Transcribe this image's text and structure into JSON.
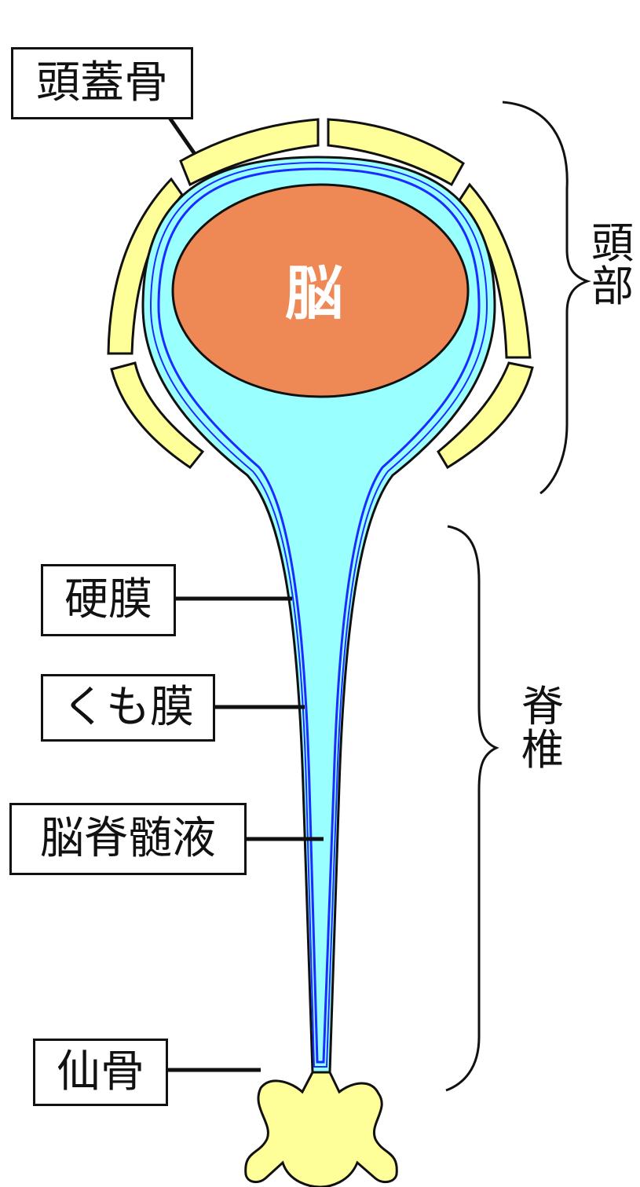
{
  "labels": {
    "skull": "頭蓋骨",
    "dura": "硬膜",
    "arachnoid": "くも膜",
    "csf": "脳脊髄液",
    "sacrum": "仙骨",
    "brain": "脳"
  },
  "regions": {
    "head": [
      "頭",
      "部"
    ],
    "spine": [
      "脊",
      "椎"
    ]
  },
  "colors": {
    "bone": "#ffff99",
    "csf": "#99ffff",
    "brain": "#ee8855",
    "membrane_line": "#1a2cff",
    "outline": "#111111"
  }
}
